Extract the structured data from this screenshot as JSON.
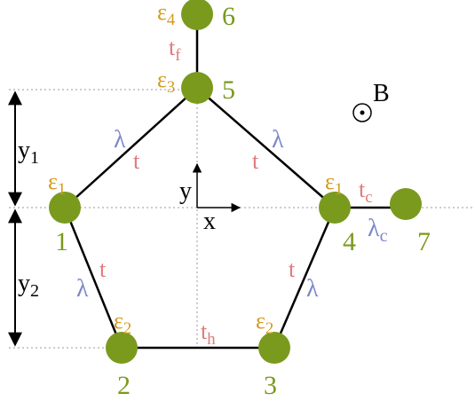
{
  "colors": {
    "site_fill": "#7a9a1e",
    "epsilon": "#d49a1a",
    "hopping": "#e07a7a",
    "soc": "#7b87c9",
    "line": "#000000",
    "guide": "#888888"
  },
  "sites": [
    {
      "id": "1",
      "label": "1",
      "epsilon": "ε1"
    },
    {
      "id": "2",
      "label": "2",
      "epsilon": "ε2"
    },
    {
      "id": "3",
      "label": "3",
      "epsilon": "ε2"
    },
    {
      "id": "4",
      "label": "4",
      "epsilon": "ε1"
    },
    {
      "id": "5",
      "label": "5",
      "epsilon": "ε3"
    },
    {
      "id": "6",
      "label": "6",
      "epsilon": "ε4"
    },
    {
      "id": "7",
      "label": "7",
      "epsilon": ""
    }
  ],
  "bond_labels": {
    "t_upper_left": "t",
    "lambda_upper_left": "λ",
    "t_upper_right": "t",
    "lambda_upper_right": "λ",
    "t_lower_left": "t",
    "lambda_lower_left": "λ",
    "t_lower_right": "t",
    "lambda_lower_right": "λ",
    "t_f": "tf",
    "t_h": "th",
    "t_c": "tc",
    "lambda_c": "λc"
  },
  "axes": {
    "x": "x",
    "y": "y"
  },
  "dimensions": {
    "y1": "y1",
    "y2": "y2"
  },
  "field": {
    "label": "B",
    "symbol": "⊙"
  }
}
